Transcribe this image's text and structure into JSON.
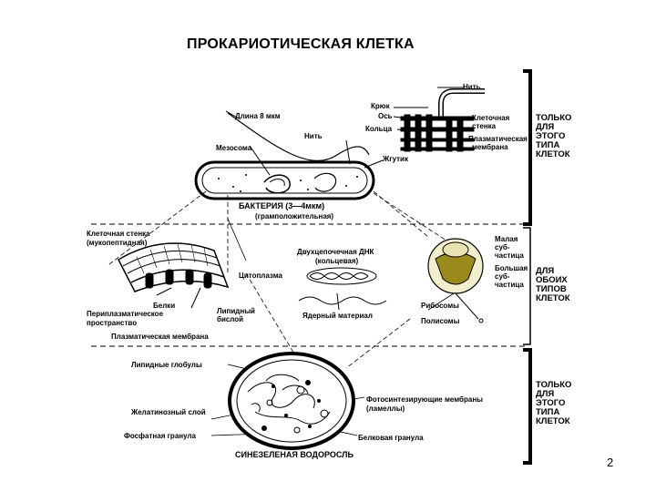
{
  "title": "ПРОКАРИОТИЧЕСКАЯ КЛЕТКА",
  "page_number": "2",
  "side_labels": {
    "top": [
      "ТОЛЬКО",
      "ДЛЯ",
      "ЭТОГО",
      "ТИПА",
      "КЛЕТОК"
    ],
    "middle": [
      "ДЛЯ",
      "ОБОИХ",
      "ТИПОВ",
      "КЛЕТОК"
    ],
    "bottom": [
      "ТОЛЬКО",
      "ДЛЯ",
      "ЭТОГО",
      "ТИПА",
      "КЛЕТОК"
    ]
  },
  "labels": {
    "nit_top": "Нить",
    "kryuk": "Крюк",
    "os": "Ось",
    "koltsa": "Кольца",
    "kletochnaya_stenka_top": "Клеточная",
    "kletochnaya_stenka_top2": "стенка",
    "plazm_membrana_top": "Плазматическая",
    "plazm_membrana_top2": "мембрана",
    "dlina": "Длина 8 мкм",
    "nit": "Нить",
    "mezosoma": "Мезосома",
    "zhgutik": "Жгутик",
    "bakteriya": "БАКТЕРИЯ (3—4мкм)",
    "grampol": "(грамположительная)",
    "kl_stenka": "Клеточная стенка",
    "mukopeptid": "(мукопептидная)",
    "belki": "Белки",
    "periplazm": "Периплазматическое",
    "prostranstvo": "пространство",
    "lipid_bisloy": "Липидный",
    "lipid_bisloy2": "бислой",
    "plazm_membrana": "Плазматическая мембрана",
    "tsitoplazma": "Цитоплазма",
    "dnk": "Двухцепочечная ДНК",
    "dnk2": "(кольцевая)",
    "yadernyi": "Ядерный материал",
    "ribosomy": "Рибосомы",
    "polisomy": "Полисомы",
    "malaya": "Малая",
    "malaya2": "суб-",
    "malaya3": "частица",
    "bolshaya": "Большая",
    "bolshaya2": "суб-",
    "bolshaya3": "частица",
    "lipid_globuly": "Липидные глобулы",
    "zhelatin": "Желатинозный слой",
    "fosfat": "Фосфатная гранула",
    "fotosint": "Фотосинтезирующие мембраны",
    "lamelly": "(ламеллы)",
    "belkovaya": "Белковая гранула",
    "sinezel": "СИНЕЗЕЛЕНАЯ ВОДОРОСЛЬ"
  },
  "colors": {
    "ribosome_fill": "#9a8a1c",
    "ribosome_bg": "#f3eecd",
    "line": "#000000"
  }
}
